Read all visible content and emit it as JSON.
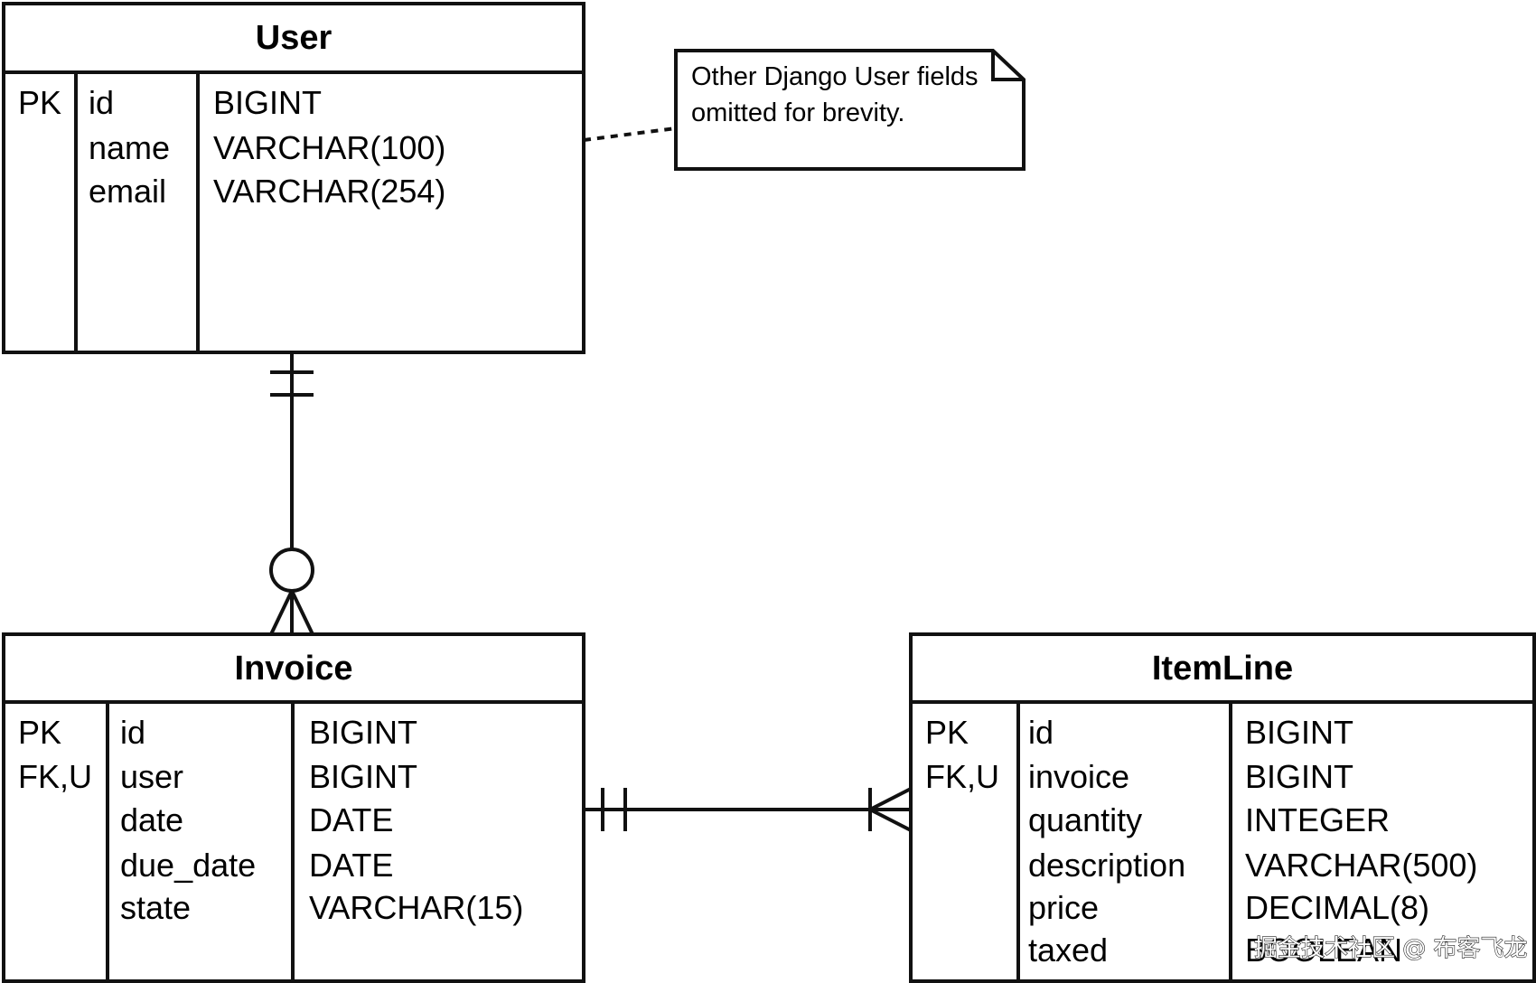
{
  "tables": {
    "user": {
      "title": "User",
      "keys": [
        "PK"
      ],
      "fields": [
        "id",
        "name",
        "email"
      ],
      "types": [
        "BIGINT",
        "VARCHAR(100)",
        "VARCHAR(254)"
      ]
    },
    "invoice": {
      "title": "Invoice",
      "keys": [
        "PK",
        "FK,U"
      ],
      "fields": [
        "id",
        "user",
        "date",
        "due_date",
        "state"
      ],
      "types": [
        "BIGINT",
        "BIGINT",
        "DATE",
        "DATE",
        "VARCHAR(15)"
      ]
    },
    "itemline": {
      "title": "ItemLine",
      "keys": [
        "PK",
        "FK,U"
      ],
      "fields": [
        "id",
        "invoice",
        "quantity",
        "description",
        "price",
        "taxed"
      ],
      "types": [
        "BIGINT",
        "BIGINT",
        "INTEGER",
        "VARCHAR(500)",
        "DECIMAL(8)",
        "BOOLEAN"
      ]
    }
  },
  "note": {
    "line1": "Other Django User fields",
    "line2": "omitted for brevity."
  },
  "relationships": [
    {
      "from": "User",
      "to": "Invoice",
      "from_end": "exactly-one",
      "to_end": "zero-or-many"
    },
    {
      "from": "Invoice",
      "to": "ItemLine",
      "from_end": "exactly-one",
      "to_end": "many"
    }
  ],
  "watermark": "掘金技术社区 @ 布客飞龙"
}
